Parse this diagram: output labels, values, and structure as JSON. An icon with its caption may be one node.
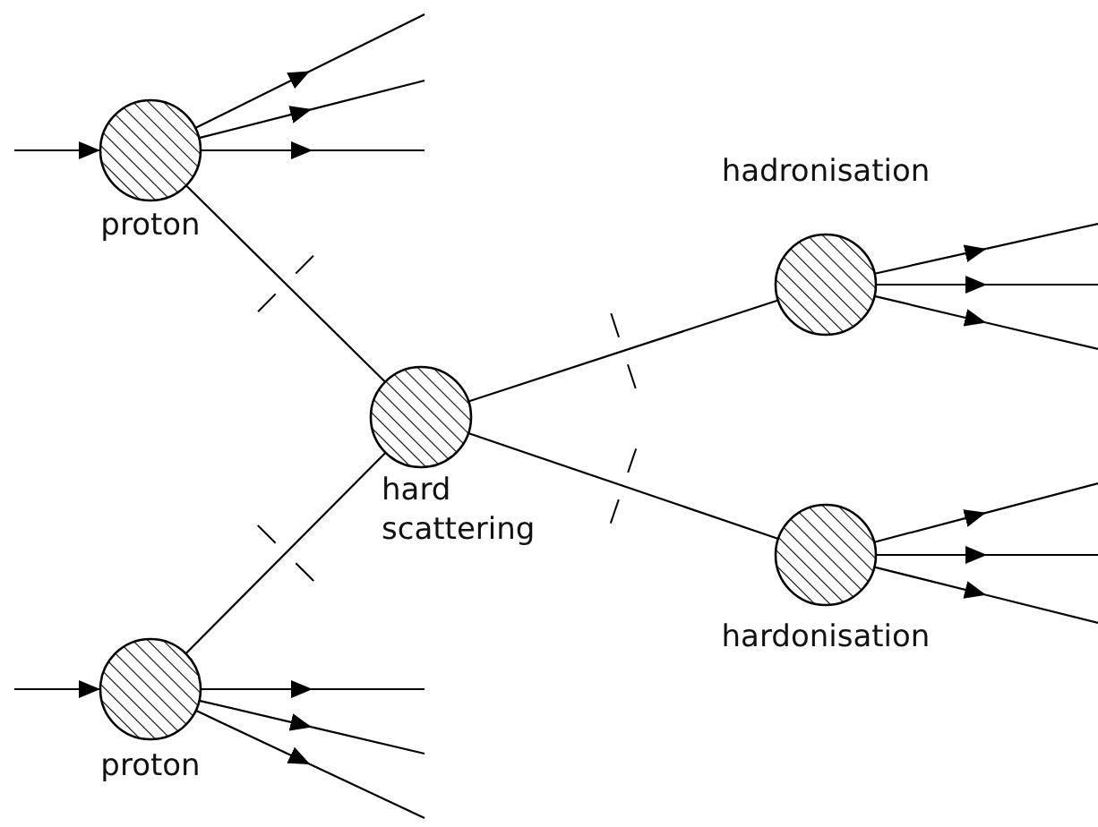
{
  "diagram": {
    "nodes": [
      {
        "text": [
          "proton"
        ]
      },
      {
        "text": [
          "proton"
        ]
      },
      {
        "text": [
          "hard scattering"
        ]
      },
      {
        "text": [
          "hadronisation"
        ]
      },
      {
        "text": [
          "hardonisation"
        ]
      }
    ],
    "edges": [
      {
        "from": null,
        "to": 0,
        "arrow": "to"
      },
      {
        "from": 0,
        "to": null,
        "arrow": "to"
      },
      {
        "from": 0,
        "to": null,
        "arrow": "to"
      },
      {
        "from": 0,
        "to": null,
        "arrow": "to"
      },
      {
        "from": 0,
        "to": 2,
        "arrow": "none"
      },
      {
        "from": null,
        "to": 1,
        "arrow": "to"
      },
      {
        "from": 1,
        "to": null,
        "arrow": "to"
      },
      {
        "from": 1,
        "to": null,
        "arrow": "to"
      },
      {
        "from": 1,
        "to": null,
        "arrow": "to"
      },
      {
        "from": 1,
        "to": 2,
        "arrow": "none"
      },
      {
        "from": 2,
        "to": 3,
        "arrow": "none"
      },
      {
        "from": 2,
        "to": 4,
        "arrow": "none"
      },
      {
        "from": 3,
        "to": null,
        "arrow": "to"
      },
      {
        "from": 3,
        "to": null,
        "arrow": "to"
      },
      {
        "from": 3,
        "to": null,
        "arrow": "to"
      },
      {
        "from": 4,
        "to": null,
        "arrow": "to"
      },
      {
        "from": 4,
        "to": null,
        "arrow": "to"
      },
      {
        "from": 4,
        "to": null,
        "arrow": "to"
      }
    ]
  }
}
